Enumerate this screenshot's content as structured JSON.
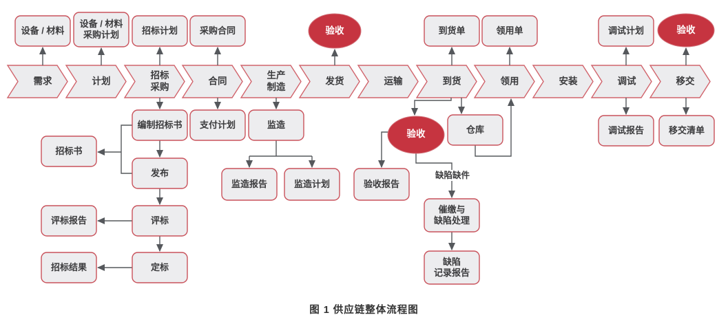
{
  "diagram": {
    "caption": "图 1  供应链整体流程图",
    "colors": {
      "shape_fill": "#EDEDEF",
      "shape_border": "#C9525B",
      "chevron_border": "#D1646C",
      "acceptance_fill": "#C63440",
      "acceptance_text": "#FFFFFF",
      "arrow": "#55585C",
      "text": "#3B3B3D"
    },
    "stages": [
      {
        "label": "需求"
      },
      {
        "label": "计划"
      },
      {
        "label": "招标\n采购"
      },
      {
        "label": "合同"
      },
      {
        "label": "生产\n制造"
      },
      {
        "label": "发货"
      },
      {
        "label": "运输"
      },
      {
        "label": "到货"
      },
      {
        "label": "领用"
      },
      {
        "label": "安装"
      },
      {
        "label": "调试"
      },
      {
        "label": "移交"
      }
    ],
    "docs": {
      "equipment": "设备 / 材料",
      "equipment_purchase_plan": "设备 / 材料\n采购计划",
      "bidding_plan": "招标计划",
      "purchase_contract": "采购合同",
      "acceptance_top1": "验收",
      "arrival_note": "到货单",
      "requisition_note": "领用单",
      "commissioning_plan": "调试计划",
      "acceptance_top2": "验收",
      "prepare_bid_doc": "编制招标书",
      "bid_doc": "招标书",
      "publish": "发布",
      "payment_plan": "支付计划",
      "supervision": "监造",
      "supervision_report": "监造报告",
      "supervision_plan": "监造计划",
      "evaluation_report": "评标报告",
      "evaluation": "评标",
      "bid_result": "招标结果",
      "award": "定标",
      "acceptance_mid": "验收",
      "acceptance_report": "验收报告",
      "warehouse": "仓库",
      "defect_label": "缺陷缺件",
      "urge_defect_handling": "催缴与\n缺陷处理",
      "defect_record_report": "缺陷\n记录报告",
      "commissioning_report": "调试报告",
      "handover_list": "移交清单"
    }
  }
}
